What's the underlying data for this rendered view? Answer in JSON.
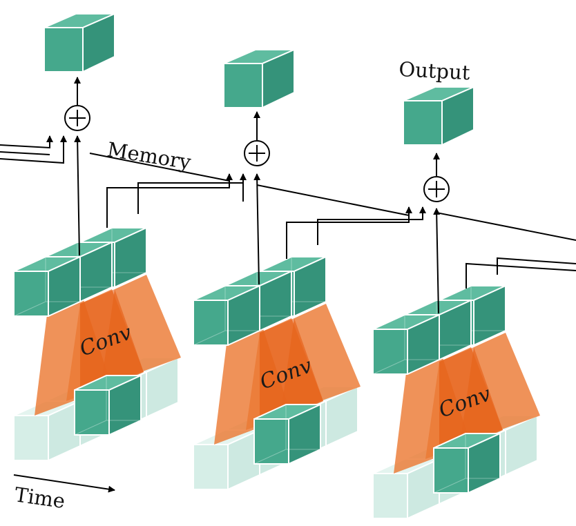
{
  "labels": {
    "output": "Output",
    "memory": "Memory",
    "time": "Time",
    "conv": "Conv"
  },
  "colors": {
    "cube_front": "#45a88c",
    "cube_top": "#5fbca0",
    "cube_side": "#35937a",
    "cube_faded": "#d6eee7",
    "conv_orange": "#ec7a35",
    "conv_dark": "#e3560b",
    "line": "#000000"
  },
  "icons": {
    "add": "circle-plus-icon",
    "arrow": "arrowhead-icon"
  }
}
